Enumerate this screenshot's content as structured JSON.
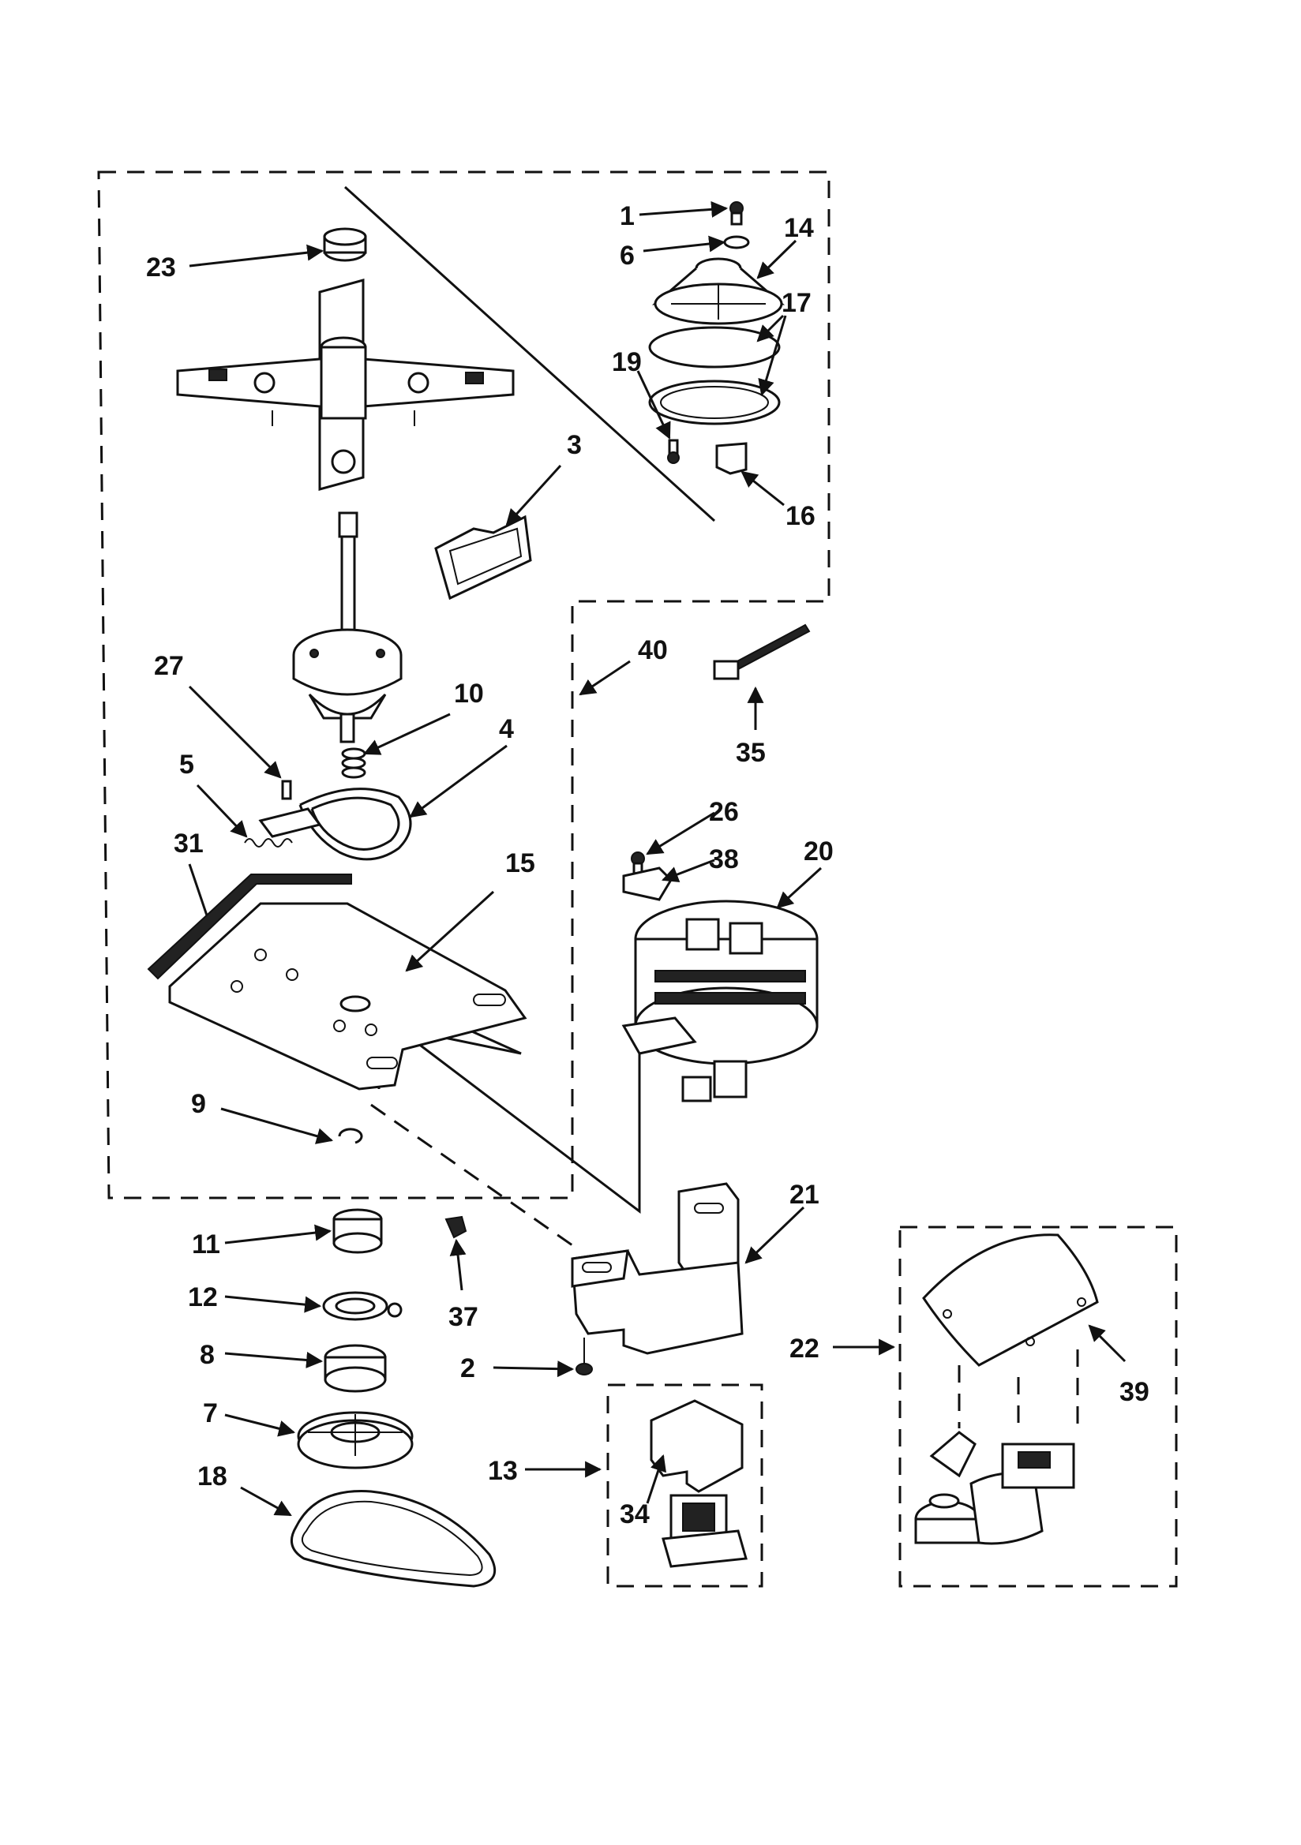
{
  "callouts": {
    "c1": "1",
    "c2": "2",
    "c3": "3",
    "c4": "4",
    "c5": "5",
    "c6": "6",
    "c7": "7",
    "c8": "8",
    "c9": "9",
    "c10": "10",
    "c11": "11",
    "c12": "12",
    "c13": "13",
    "c14": "14",
    "c15": "15",
    "c16": "16",
    "c17": "17",
    "c18": "18",
    "c19": "19",
    "c20": "20",
    "c21": "21",
    "c22": "22",
    "c23": "23",
    "c26": "26",
    "c27": "27",
    "c31": "31",
    "c34": "34",
    "c35": "35",
    "c37": "37",
    "c38": "38",
    "c39": "39",
    "c40": "40"
  },
  "colors": {
    "ink": "#111111",
    "paper": "#ffffff"
  }
}
